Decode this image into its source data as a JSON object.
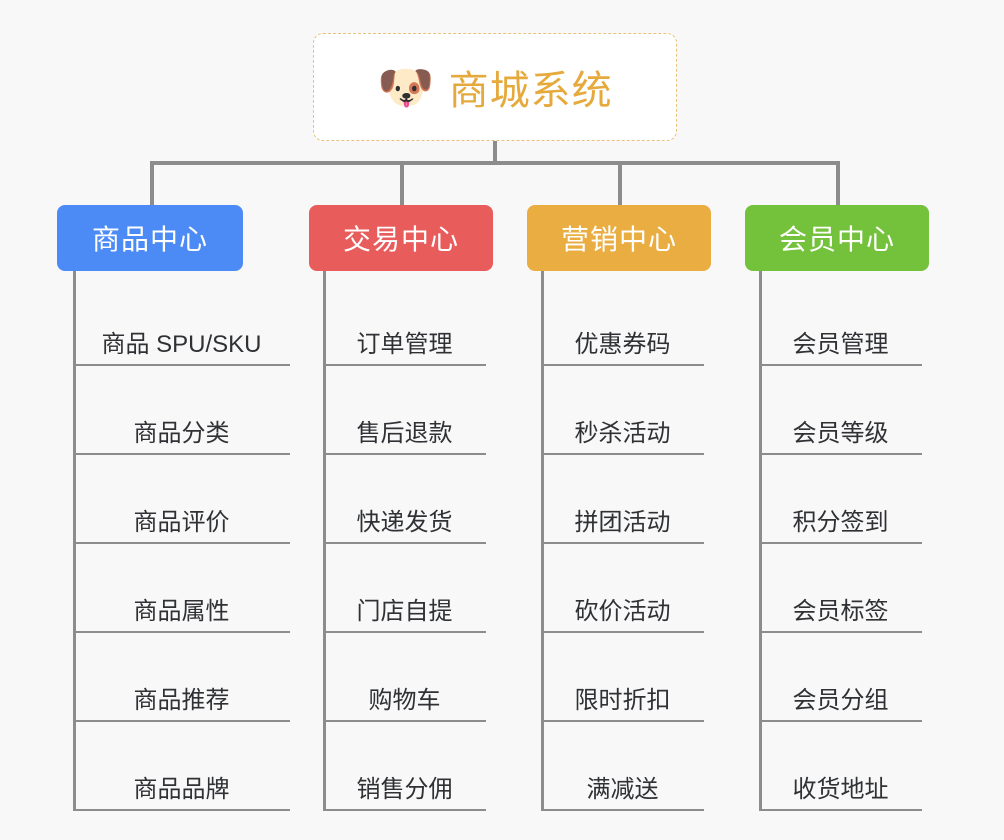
{
  "page": {
    "background_color": "#f8f8f8",
    "line_color": "#8c8c8c",
    "leaf_text_color": "#2f3134"
  },
  "root": {
    "icon": "dog-face-emoji",
    "emoji": "🐶",
    "title": "商城系统",
    "title_color": "#e5a93c",
    "border_color": "#e8c27a",
    "background_color": "#ffffff"
  },
  "columns": [
    {
      "id": "product-center",
      "label": "商品中心",
      "color": "#4c8bf5",
      "items": [
        {
          "label": "商品 SPU/SKU"
        },
        {
          "label": "商品分类"
        },
        {
          "label": "商品评价"
        },
        {
          "label": "商品属性"
        },
        {
          "label": "商品推荐"
        },
        {
          "label": "商品品牌"
        }
      ]
    },
    {
      "id": "trade-center",
      "label": "交易中心",
      "color": "#e85c5c",
      "items": [
        {
          "label": "订单管理"
        },
        {
          "label": "售后退款"
        },
        {
          "label": "快递发货"
        },
        {
          "label": "门店自提"
        },
        {
          "label": "购物车"
        },
        {
          "label": "销售分佣"
        }
      ]
    },
    {
      "id": "marketing-center",
      "label": "营销中心",
      "color": "#eaad42",
      "items": [
        {
          "label": "优惠券码"
        },
        {
          "label": "秒杀活动"
        },
        {
          "label": "拼团活动"
        },
        {
          "label": "砍价活动"
        },
        {
          "label": "限时折扣"
        },
        {
          "label": "满减送"
        }
      ]
    },
    {
      "id": "member-center",
      "label": "会员中心",
      "color": "#74c13c",
      "items": [
        {
          "label": "会员管理"
        },
        {
          "label": "会员等级"
        },
        {
          "label": "积分签到"
        },
        {
          "label": "会员标签"
        },
        {
          "label": "会员分组"
        },
        {
          "label": "收货地址"
        }
      ]
    }
  ]
}
